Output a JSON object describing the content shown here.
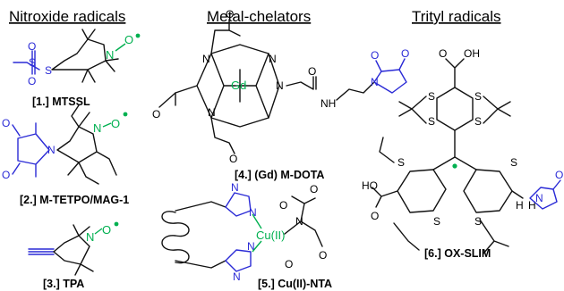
{
  "headers": {
    "nitroxide": "Nitroxide radicals",
    "chelators": "Metal-chelators",
    "trityl": "Trityl radicals"
  },
  "labels": {
    "c1": "[1.] MTSSL",
    "c2": "[2.] M-TETPO/MAG-1",
    "c3": "[3.] TPA",
    "c4": "[4.] (Gd) M-DOTA",
    "c5": "[5.] Cu(II)-NTA",
    "c6": "[6.] OX-SLIM"
  },
  "atoms": {
    "N": "N",
    "O_rad": "O",
    "O": "O",
    "S": "S",
    "H": "H",
    "NH": "NH",
    "OH": "OH",
    "HO": "HO",
    "Gd": "Gd",
    "Cu": "Cu(II)",
    "dot": "•"
  },
  "colors": {
    "radical": "#00b050",
    "label_group": "#2a2ad6",
    "text": "#000000"
  }
}
